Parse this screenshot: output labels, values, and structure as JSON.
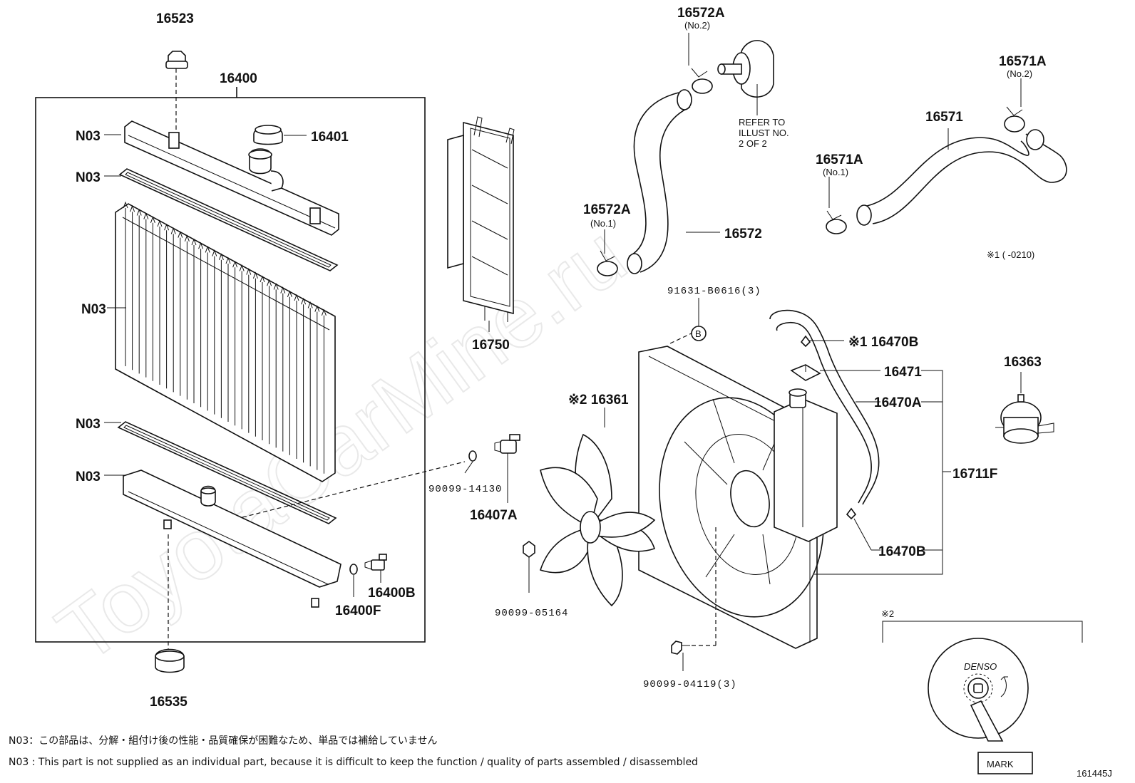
{
  "watermark": "ToyotaCarMine.ru",
  "labels": {
    "p16523": "16523",
    "p16400": "16400",
    "n03_1": "N03",
    "n03_2": "N03",
    "n03_3": "N03",
    "n03_4": "N03",
    "n03_5": "N03",
    "p16401": "16401",
    "p16750": "16750",
    "p90099_14130": "90099-14130",
    "p16407A": "16407A",
    "p16400B": "16400B",
    "p16400F": "16400F",
    "p16535": "16535",
    "p16572A_top": "16572A",
    "p16572A_top_sub": "(No.2)",
    "refer": [
      "REFER TO",
      "ILLUST NO.",
      "2 OF 2"
    ],
    "p16572A_left": "16572A",
    "p16572A_left_sub": "(No.1)",
    "p16572": "16572",
    "p16571A_top": "16571A",
    "p16571A_top_sub": "(No.2)",
    "p16571": "16571",
    "p16571A_mid": "16571A",
    "p16571A_mid_sub": "(No.1)",
    "note1": "※1 (      -0210)",
    "p91631": "91631-B0616(3)",
    "circle_b": "B",
    "p16470B_top": "※1 16470B",
    "p16471": "16471",
    "p16470A": "16470A",
    "p16711F": "16711F",
    "p16470B_bot": "16470B",
    "p16363": "16363",
    "p16361": "※2 16361",
    "p90099_05164": "90099-05164",
    "p90099_04119": "90099-04119(3)",
    "note2": "※2",
    "denso": "DENSO",
    "mark": "MARK"
  },
  "footnotes": {
    "jp": "N03：この部品は、分解・組付け後の性能・品質確保が困難なため、単品では補給していません",
    "en": "N03 : This part is not supplied as an individual part, because it is difficult to keep the function / quality of parts assembled / disassembled"
  },
  "illust_no": "161445J"
}
